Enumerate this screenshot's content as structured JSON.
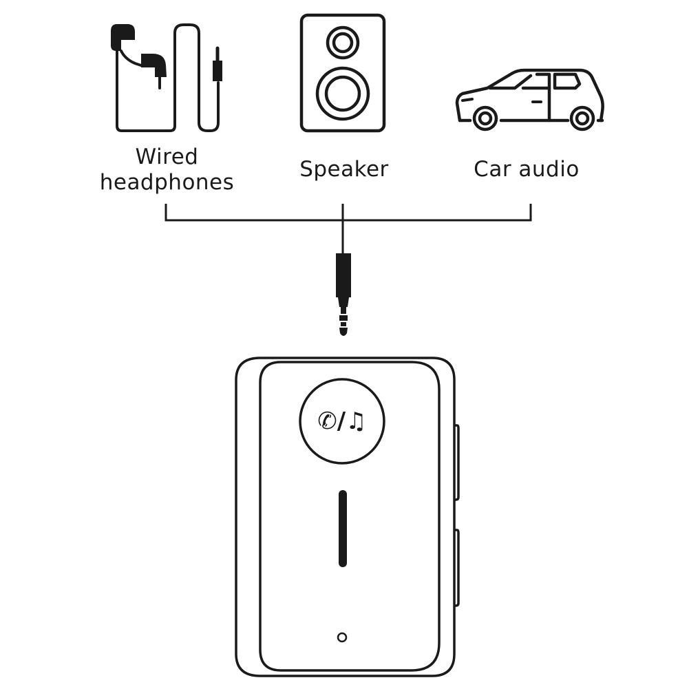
{
  "devices": [
    {
      "id": "headphones",
      "label_line1": "Wired",
      "label_line2": "headphones",
      "icon": "wired-headphones-icon"
    },
    {
      "id": "speaker",
      "label": "Speaker",
      "icon": "speaker-icon"
    },
    {
      "id": "car",
      "label": "Car audio",
      "icon": "car-icon"
    }
  ],
  "connector": {
    "icon": "audio-jack-plug-icon"
  },
  "receiver": {
    "icon": "bluetooth-receiver-icon",
    "button_icon": "call-music-button-icon",
    "button_glyph": "✆/♫",
    "indicator": "led-indicator-icon"
  },
  "colors": {
    "stroke": "#1a1a1a",
    "background": "#ffffff"
  }
}
